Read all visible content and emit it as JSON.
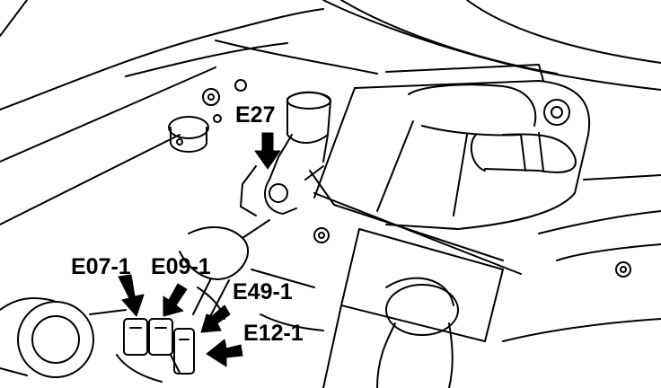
{
  "callouts": {
    "e27": "E27",
    "e07_1": "E07-1",
    "e09_1": "E09-1",
    "e49_1": "E49-1",
    "e12_1": "E12-1"
  },
  "colors": {
    "line": "#000000",
    "background": "#ffffff"
  },
  "icons": [
    "arrow-icon",
    "connector-icon"
  ]
}
